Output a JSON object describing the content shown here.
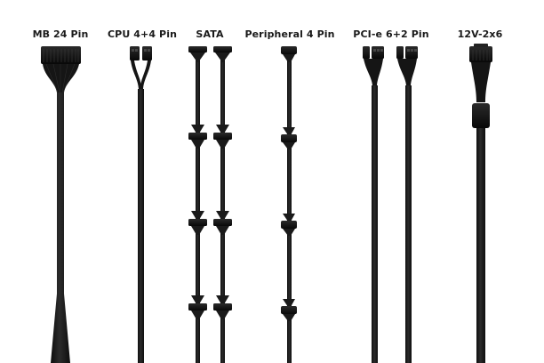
{
  "cables": [
    {
      "label": "MB 24 Pin"
    },
    {
      "label": "CPU 4+4 Pin"
    },
    {
      "label": "SATA"
    },
    {
      "label": "Peripheral 4 Pin"
    },
    {
      "label": "PCI-e 6+2 Pin"
    },
    {
      "label": "12V-2x6"
    }
  ],
  "colors": {
    "cable": "#1c1c1c",
    "connector": "#111111",
    "highlight": "#3a3a3a",
    "background": "#ffffff",
    "label_text": "#1a1a1a"
  }
}
